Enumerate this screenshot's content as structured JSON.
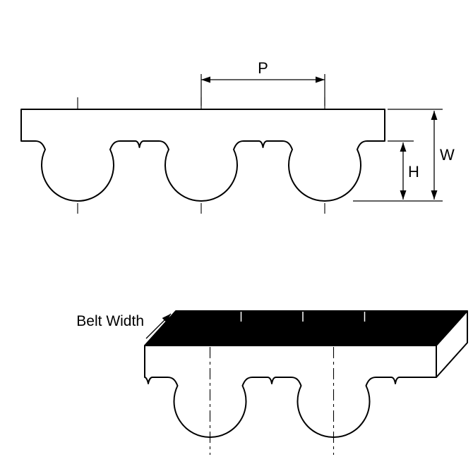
{
  "diagram": {
    "type": "timing-belt-tooth-profile",
    "labels": {
      "pitch": "P",
      "belt_thickness": "W",
      "tooth_height": "H",
      "belt_width": "Belt Width"
    },
    "colors": {
      "background": "#ffffff",
      "line": "#000000",
      "belt_fill": "#ffffff",
      "top_surface_fill": "#000000"
    },
    "views": {
      "profile_teeth_visible": 3,
      "isometric_teeth_visible": 2
    }
  }
}
